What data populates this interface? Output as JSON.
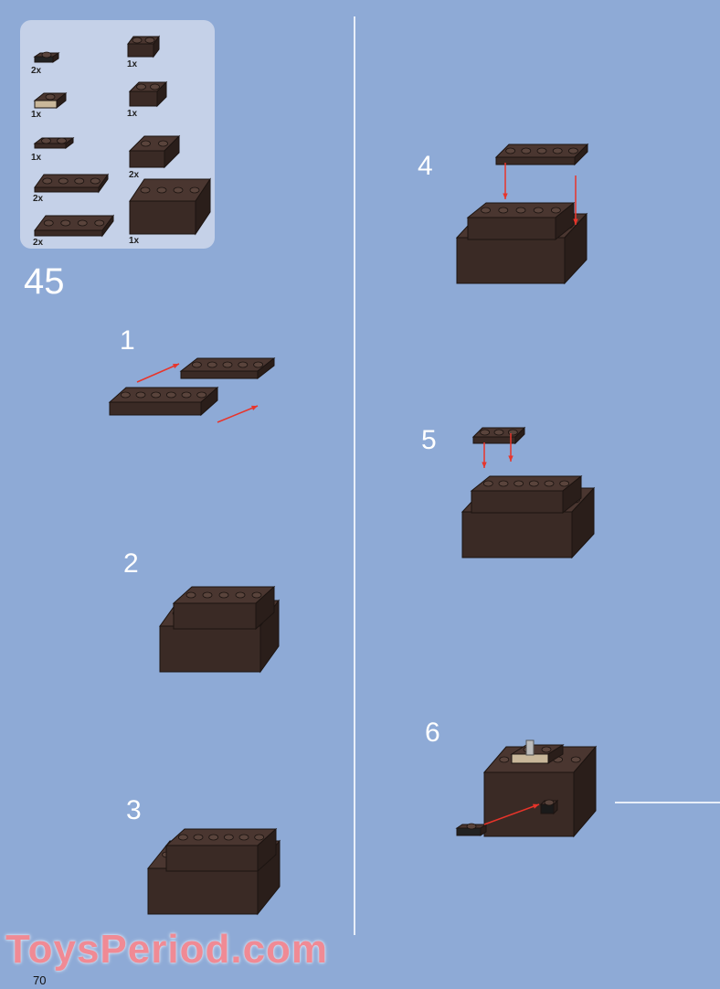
{
  "set_step": "45",
  "parts_list": {
    "left": [
      {
        "part": "axle-connector",
        "qty": "2x"
      },
      {
        "part": "tan-plate-2x2-with-pin",
        "qty": "1x"
      },
      {
        "part": "plate-1x4",
        "qty": "1x"
      },
      {
        "part": "plate-1x8",
        "qty": "2x"
      },
      {
        "part": "plate-2x6",
        "qty": "2x"
      }
    ],
    "right": [
      {
        "part": "technic-brick-1x2",
        "qty": "1x"
      },
      {
        "part": "brick-2x2",
        "qty": "1x"
      },
      {
        "part": "wedge-brick",
        "qty": "2x"
      },
      {
        "part": "brick-2x6",
        "qty": "1x"
      }
    ]
  },
  "substeps": [
    "1",
    "2",
    "3",
    "4",
    "5",
    "6"
  ],
  "watermark": "ToysPeriod.com",
  "page_number": "70",
  "colors": {
    "background": "#8eaad6",
    "brick": "#3a2a25",
    "arrow": "#e8342a"
  }
}
